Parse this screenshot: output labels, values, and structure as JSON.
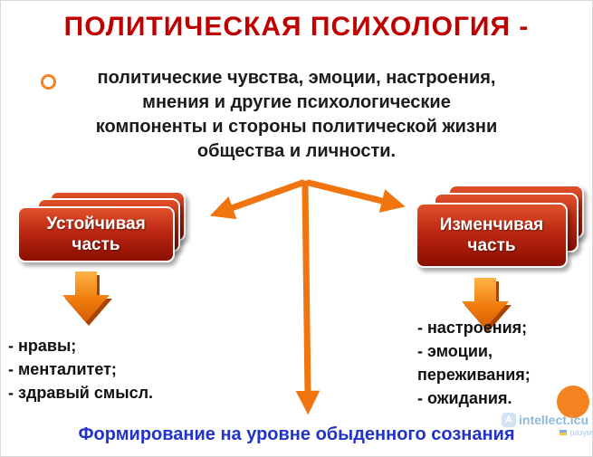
{
  "slide": {
    "title": "ПОЛИТИЧЕСКАЯ ПСИХОЛОГИЯ -",
    "definition_lines": [
      "политические чувства, эмоции, настроения,",
      "мнения и другие психологические",
      "компоненты и стороны политической жизни",
      "общества и личности."
    ],
    "left": {
      "card_line1": "Устойчивая",
      "card_line2": "часть",
      "items": [
        "- нравы;",
        "- менталитет;",
        "- здравый смысл."
      ]
    },
    "right": {
      "card_line1": "Изменчивая",
      "card_line2": "часть",
      "items": [
        "- настроения;",
        "- эмоции,",
        "переживания;",
        "- ожидания."
      ]
    },
    "footer": "Формирование на уровне обыденного сознания",
    "watermark": {
      "brand": "intellect.icu",
      "tagline": "разум"
    },
    "colors": {
      "title": "#c00000",
      "arrow": "#f0750f",
      "card_top": "#e0512a",
      "card_bottom": "#8a0e00",
      "footer_text": "#2233c8",
      "accent_circle": "#f58220"
    }
  }
}
